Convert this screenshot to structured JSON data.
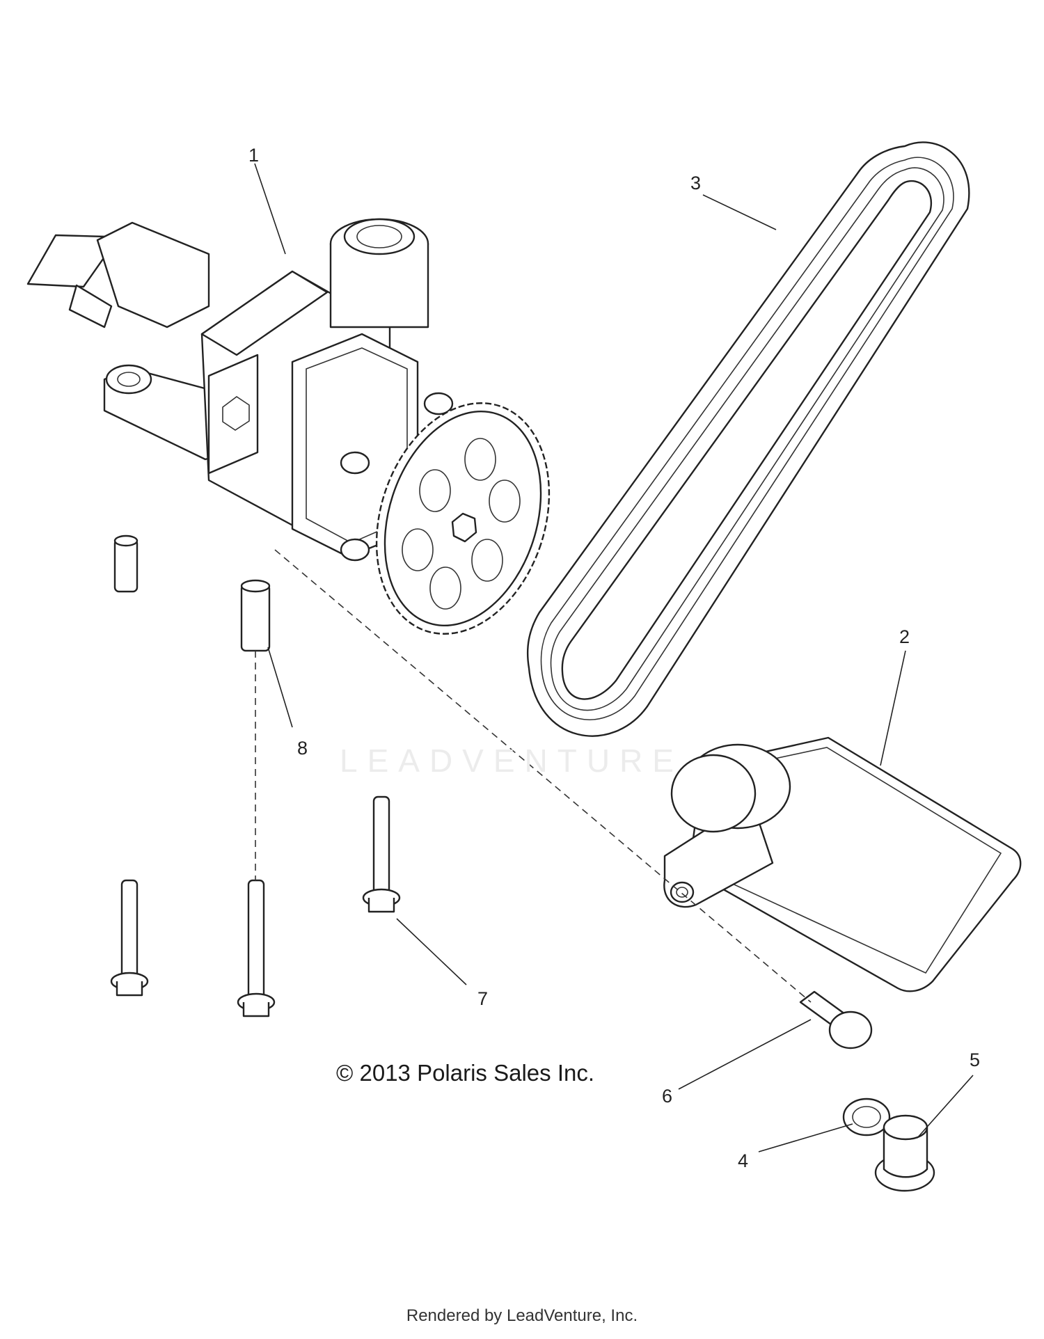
{
  "callouts": [
    {
      "id": "1",
      "text": "1"
    },
    {
      "id": "2",
      "text": "2"
    },
    {
      "id": "3",
      "text": "3"
    },
    {
      "id": "4",
      "text": "4"
    },
    {
      "id": "5",
      "text": "5"
    },
    {
      "id": "6",
      "text": "6"
    },
    {
      "id": "7",
      "text": "7"
    },
    {
      "id": "8",
      "text": "8"
    }
  ],
  "copyright": "© 2013 Polaris Sales Inc.",
  "footer": "Rendered by LeadVenture, Inc.",
  "watermark": "LEADVENTURE",
  "parts": {
    "1": "oil-pump-assembly",
    "2": "oil-pickup-screen",
    "3": "drive-belt",
    "4": "sealing-washer",
    "5": "drain-plug",
    "6": "pickup-screw",
    "7": "mounting-bolt",
    "8": "dowel-pin"
  }
}
